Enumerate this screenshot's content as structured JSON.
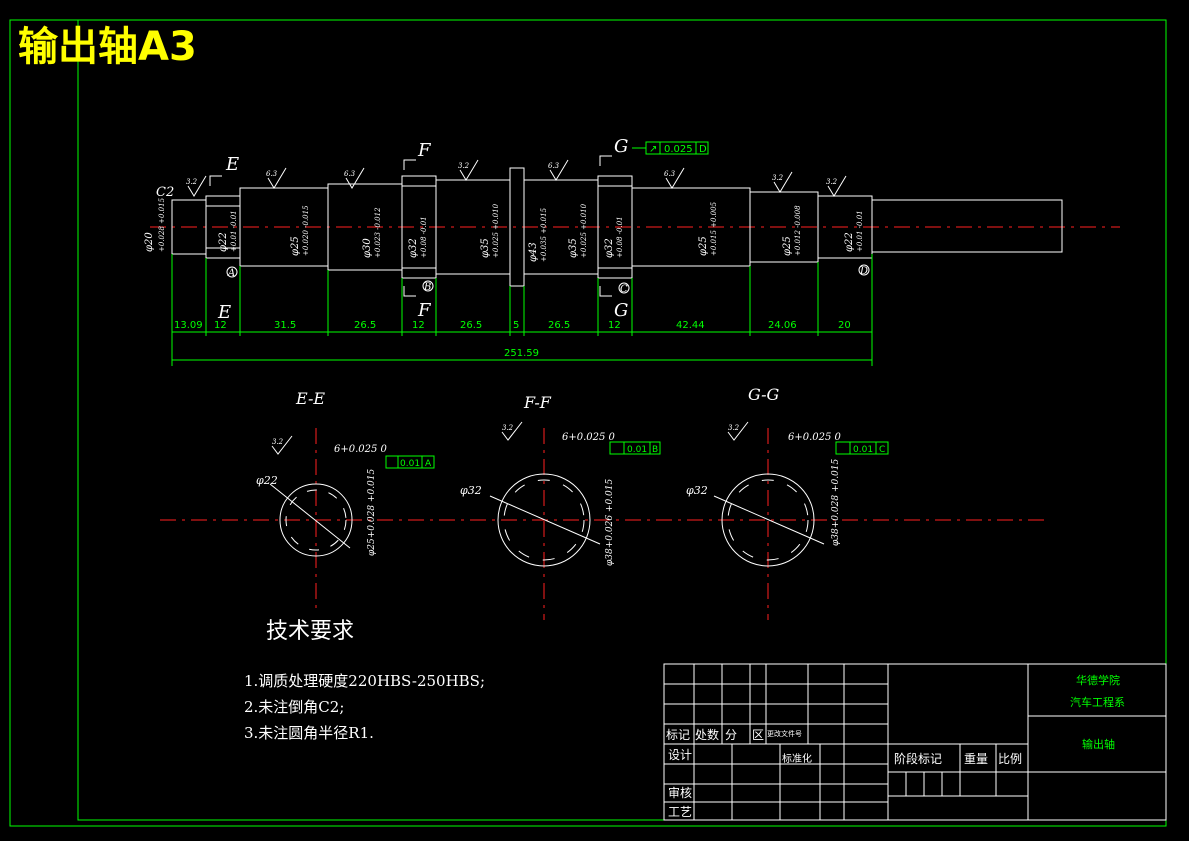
{
  "title": "输出轴A3",
  "section_labels": {
    "e_top": "E",
    "e_bottom": "E",
    "f_top": "F",
    "f_bottom": "F",
    "g_top": "G",
    "g_bottom": "G"
  },
  "section_titles": {
    "ee": "E-E",
    "ff": "F-F",
    "gg": "G-G"
  },
  "chamfer_label": "C2",
  "roughness": [
    "3.2",
    "6.3",
    "6.3",
    "3.2",
    "6.3",
    "6.3",
    "3.2",
    "3.2",
    "3.2",
    "3.2"
  ],
  "shaft_diameters": [
    {
      "d": "φ20",
      "tol": "+0.028 +0.015"
    },
    {
      "d": "φ22",
      "tol": "+0.01 -0.01"
    },
    {
      "d": "φ25",
      "tol": "+0.020 -0.015"
    },
    {
      "d": "φ30",
      "tol": "+0.023 -0.012"
    },
    {
      "d": "φ32",
      "tol": "+0.08 -0.01"
    },
    {
      "d": "φ35",
      "tol": "+0.025 +0.010"
    },
    {
      "d": "φ43",
      "tol": "+0.035 +0.015"
    },
    {
      "d": "φ35",
      "tol": "+0.025 +0.010"
    },
    {
      "d": "φ32",
      "tol": "+0.08 -0.01"
    },
    {
      "d": "φ25",
      "tol": "+0.015 +0.005"
    },
    {
      "d": "φ25",
      "tol": "+0.012 -0.008"
    },
    {
      "d": "φ22",
      "tol": "+0.01 -0.01"
    }
  ],
  "datums": [
    "A",
    "B",
    "C",
    "D"
  ],
  "geometric_tolerance": {
    "symbol": "↗",
    "value": "0.025",
    "datum": "D"
  },
  "dimensions": [
    "13.09",
    "12",
    "31.5",
    "26.5",
    "12",
    "26.5",
    "5",
    "26.5",
    "12",
    "42.44",
    "24.06",
    "20"
  ],
  "total_length": "251.59",
  "sections": {
    "ee": {
      "width": "6+0.025 0",
      "tol_value": "0.01",
      "datum": "A",
      "major": "φ22",
      "minor": "φ25+0.028 +0.015",
      "roughness": "3.2"
    },
    "ff": {
      "width": "6+0.025 0",
      "tol_value": "0.01",
      "datum": "B",
      "major": "φ32",
      "minor": "φ38+0.026 +0.015",
      "roughness": "3.2"
    },
    "gg": {
      "width": "6+0.025 0",
      "tol_value": "0.01",
      "datum": "C",
      "major": "φ32",
      "minor": "φ38+0.028 +0.015",
      "roughness": "3.2"
    }
  },
  "tech_req": {
    "heading": "技术要求",
    "items": [
      "1.调质处理硬度220HBS-250HBS;",
      "2.未注倒角C2;",
      "3.未注圆角半径R1."
    ]
  },
  "title_block": {
    "school": "华德学院",
    "department": "汽车工程系",
    "part_name": "输出轴",
    "header_cells": [
      "标记",
      "处数",
      "分",
      "区",
      "更改文件号"
    ],
    "standard": "标准化",
    "design": "设计",
    "review": "审核",
    "process": "工艺",
    "stage_mark": "阶段标记",
    "weight": "重量",
    "scale": "比例"
  }
}
